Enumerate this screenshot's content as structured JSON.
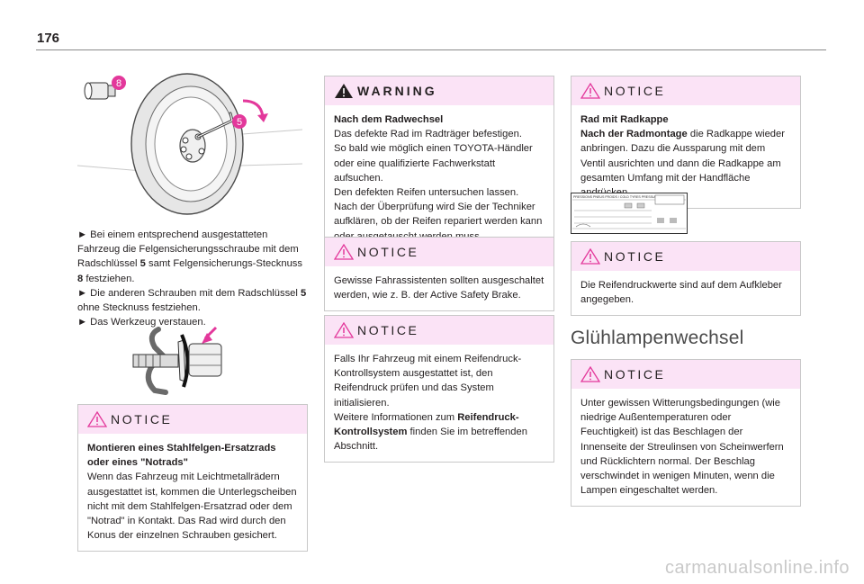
{
  "page": {
    "number": "176",
    "watermark": "carmanualsonline.info"
  },
  "col1": {
    "figure1": {
      "callout_a": "8",
      "callout_b": "5"
    },
    "steps": [
      [
        "► Bei einem entsprechend ausgestatteten Fahrzeug die Felgensicherungsschraube mit dem Radschlüssel ",
        "5",
        " samt Felgensicherungs-Stecknuss ",
        "8",
        " festziehen."
      ],
      [
        "► Die anderen Schrauben mit dem Radschlüssel ",
        "5",
        " ohne Stecknuss festziehen."
      ],
      [
        "► Das Werkzeug verstauen."
      ]
    ],
    "notice": {
      "title": "NOTICE",
      "heading": "Montieren eines Stahlfelgen-Ersatzrads oder eines \"Notrads\"",
      "text": "Wenn das Fahrzeug mit Leichtmetallrädern ausgestattet ist, kommen die Unterlegscheiben nicht mit dem Stahlfelgen-Ersatzrad oder dem \"Notrad\" in Kontakt. Das Rad wird durch den Konus der einzelnen Schrauben gesichert."
    }
  },
  "col2": {
    "warning": {
      "title": "WARNING",
      "heading": "Nach dem Radwechsel",
      "text": "Das defekte Rad im Radträger befestigen.\nSo bald wie möglich einen TOYOTA-Händler oder eine qualifizierte Fachwerkstatt aufsuchen.\nDen defekten Reifen untersuchen lassen. Nach der Überprüfung wird Sie der Techniker aufklären, ob der Reifen repariert werden kann oder ausgetauscht werden muss."
    },
    "notice1": {
      "title": "NOTICE",
      "text": "Gewisse Fahrassistenten sollten ausgeschaltet werden, wie z. B. der Active Safety Brake."
    },
    "notice2": {
      "title": "NOTICE",
      "text_a": "Falls Ihr Fahrzeug mit einem Reifendruck-Kontrollsystem ausgestattet ist, den Reifendruck prüfen und das System initialisieren.\nWeitere Informationen zum ",
      "text_bold": "Reifendruck-Kontrollsystem",
      "text_b": " finden Sie im betreffenden Abschnitt."
    }
  },
  "col3": {
    "notice1": {
      "title": "NOTICE",
      "heading": "Rad mit Radkappe",
      "lead_bold": "Nach der Radmontage",
      "text": " die Radkappe wieder anbringen. Dazu die Aussparung mit dem Ventil ausrichten und dann die Radkappe am gesamten Umfang mit der Handfläche andrücken."
    },
    "label_figure": {
      "header": "PRESSIONS PNEUS FROIDS / COLD TYRES PRESSURES"
    },
    "notice2": {
      "title": "NOTICE",
      "text": "Die Reifendruckwerte sind auf dem Aufkleber angegeben."
    },
    "section_title": "Glühlampenwechsel",
    "notice3": {
      "title": "NOTICE",
      "text": "Unter gewissen Witterungsbedingungen (wie niedrige Außentemperaturen oder Feuchtigkeit) ist das Beschlagen der Innenseite der Streulinsen von Scheinwerfern und Rücklichtern normal. Der Beschlag verschwindet in wenigen Minuten, wenn die Lampen eingeschaltet werden."
    }
  },
  "colors": {
    "accent": "#e3389b",
    "notice_head": "#fbe3f6",
    "border": "#c8c8c8"
  }
}
